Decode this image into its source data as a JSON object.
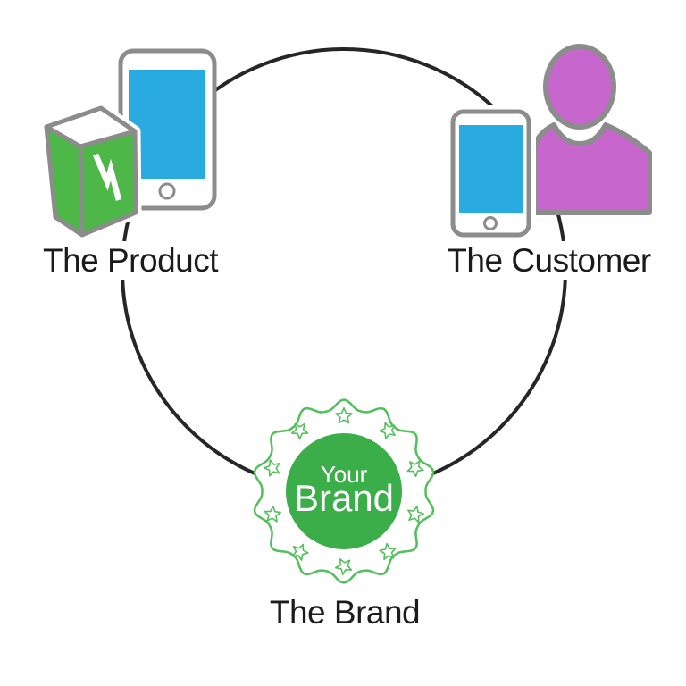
{
  "colors": {
    "arc": "#262626",
    "outline_gray": "#8C8C8C",
    "screen_blue": "#29ABE2",
    "product_green": "#4DB748",
    "badge_green": "#3BAD49",
    "badge_line_green": "#52C05A",
    "person_purple": "#C767CE",
    "text": "#1B1B1B",
    "bg": "#FFFFFF"
  },
  "nodes": {
    "product": {
      "label": "The Product"
    },
    "customer": {
      "label": "The Customer"
    },
    "brand": {
      "label": "The Brand"
    }
  },
  "badge": {
    "line1": "Your",
    "line2": "Brand",
    "scallop_count": 14,
    "star_count": 10
  }
}
